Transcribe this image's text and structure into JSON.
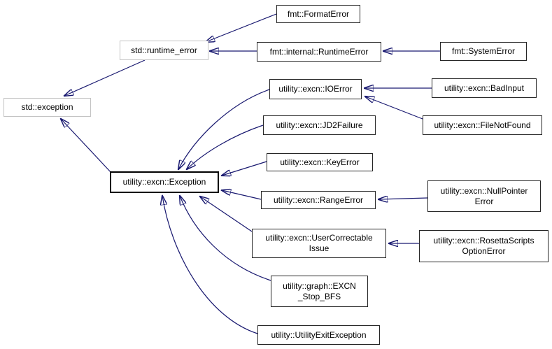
{
  "diagram": {
    "type": "class-inheritance-graph",
    "colors": {
      "background": "#ffffff",
      "arrow": "#191970",
      "node_border": "#262626",
      "external_node_border": "#c3c3c3",
      "node_fill": "#ffffff",
      "text": "#000000"
    },
    "nodes": [
      {
        "id": "std-exception",
        "label": "std::exception",
        "kind": "external"
      },
      {
        "id": "std-runtime-error",
        "label": "std::runtime_error",
        "kind": "external"
      },
      {
        "id": "fmt-format-error",
        "label": "fmt::FormatError",
        "kind": "class"
      },
      {
        "id": "fmt-internal-runtime-error",
        "label": "fmt::internal::RuntimeError",
        "kind": "class"
      },
      {
        "id": "fmt-system-error",
        "label": "fmt::SystemError",
        "kind": "class"
      },
      {
        "id": "utility-excn-ioerror",
        "label": "utility::excn::IOError",
        "kind": "class"
      },
      {
        "id": "utility-excn-badinput",
        "label": "utility::excn::BadInput",
        "kind": "class"
      },
      {
        "id": "utility-excn-jd2failure",
        "label": "utility::excn::JD2Failure",
        "kind": "class"
      },
      {
        "id": "utility-excn-filenotfound",
        "label": "utility::excn::FileNotFound",
        "kind": "class"
      },
      {
        "id": "utility-excn-exception",
        "label": "utility::excn::Exception",
        "kind": "main"
      },
      {
        "id": "utility-excn-keyerror",
        "label": "utility::excn::KeyError",
        "kind": "class"
      },
      {
        "id": "utility-excn-rangeerror",
        "label": "utility::excn::RangeError",
        "kind": "class"
      },
      {
        "id": "utility-excn-nullpointererror",
        "label": "utility::excn::NullPointer\nError",
        "kind": "class"
      },
      {
        "id": "utility-excn-usercorrectableissue",
        "label": "utility::excn::UserCorrectable\nIssue",
        "kind": "class"
      },
      {
        "id": "utility-excn-rosettascriptsoptionerror",
        "label": "utility::excn::RosettaScripts\nOptionError",
        "kind": "class"
      },
      {
        "id": "utility-graph-excn-stop-bfs",
        "label": "utility::graph::EXCN\n_Stop_BFS",
        "kind": "class"
      },
      {
        "id": "utility-utilityexitexception",
        "label": "utility::UtilityExitException",
        "kind": "class"
      }
    ],
    "edges": [
      {
        "derived": "fmt::FormatError",
        "base": "std::runtime_error"
      },
      {
        "derived": "fmt::internal::RuntimeError",
        "base": "std::runtime_error"
      },
      {
        "derived": "fmt::SystemError",
        "base": "fmt::internal::RuntimeError"
      },
      {
        "derived": "std::runtime_error",
        "base": "std::exception"
      },
      {
        "derived": "utility::excn::Exception",
        "base": "std::exception"
      },
      {
        "derived": "utility::excn::IOError",
        "base": "utility::excn::Exception"
      },
      {
        "derived": "utility::excn::BadInput",
        "base": "utility::excn::IOError"
      },
      {
        "derived": "utility::excn::FileNotFound",
        "base": "utility::excn::IOError"
      },
      {
        "derived": "utility::excn::JD2Failure",
        "base": "utility::excn::Exception"
      },
      {
        "derived": "utility::excn::KeyError",
        "base": "utility::excn::Exception"
      },
      {
        "derived": "utility::excn::RangeError",
        "base": "utility::excn::Exception"
      },
      {
        "derived": "utility::excn::NullPointerError",
        "base": "utility::excn::RangeError"
      },
      {
        "derived": "utility::excn::UserCorrectableIssue",
        "base": "utility::excn::Exception"
      },
      {
        "derived": "utility::excn::RosettaScriptsOptionError",
        "base": "utility::excn::UserCorrectableIssue"
      },
      {
        "derived": "utility::graph::EXCN_Stop_BFS",
        "base": "utility::excn::Exception"
      },
      {
        "derived": "utility::UtilityExitException",
        "base": "utility::excn::Exception"
      }
    ]
  }
}
